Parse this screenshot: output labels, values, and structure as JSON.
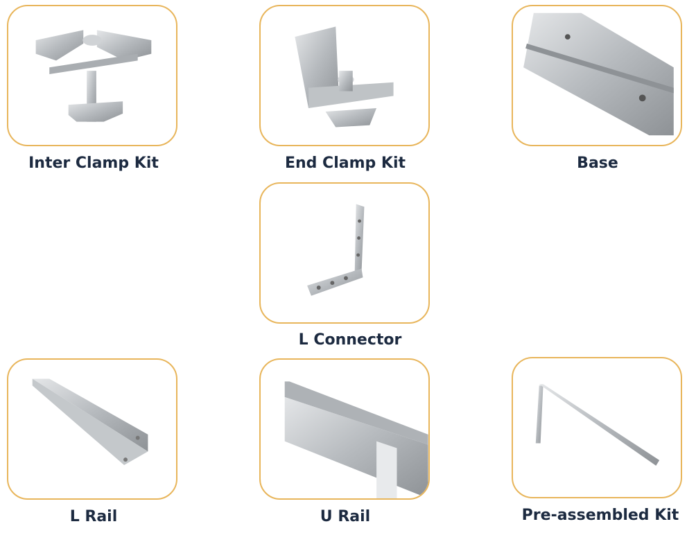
{
  "products": [
    {
      "name": "Inter Clamp Kit"
    },
    {
      "name": "End Clamp Kit"
    },
    {
      "name": "Base"
    },
    {
      "name": "L Connector"
    },
    {
      "name": "L Rail"
    },
    {
      "name": "U Rail"
    },
    {
      "name": "Pre-assembled Kit"
    }
  ],
  "colors": {
    "border": "#e8b55a",
    "label": "#1c2a40",
    "metal": "#b8bcc0"
  }
}
